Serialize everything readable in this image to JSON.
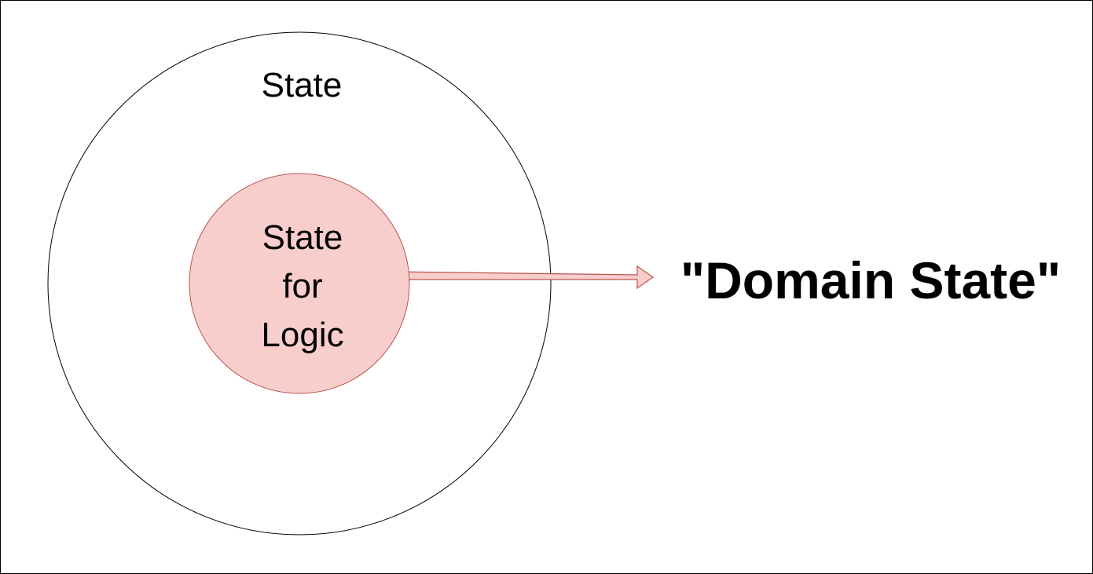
{
  "diagram": {
    "outer_circle": {
      "label": "State",
      "fill": "#ffffff",
      "stroke": "#000000"
    },
    "inner_circle": {
      "label_lines": [
        "State",
        "for",
        "Logic"
      ],
      "fill": "#f8cecc",
      "stroke": "#b85450"
    },
    "arrow": {
      "fill": "#f8cecc",
      "stroke": "#b85450"
    },
    "target_label": "\"Domain State\""
  }
}
